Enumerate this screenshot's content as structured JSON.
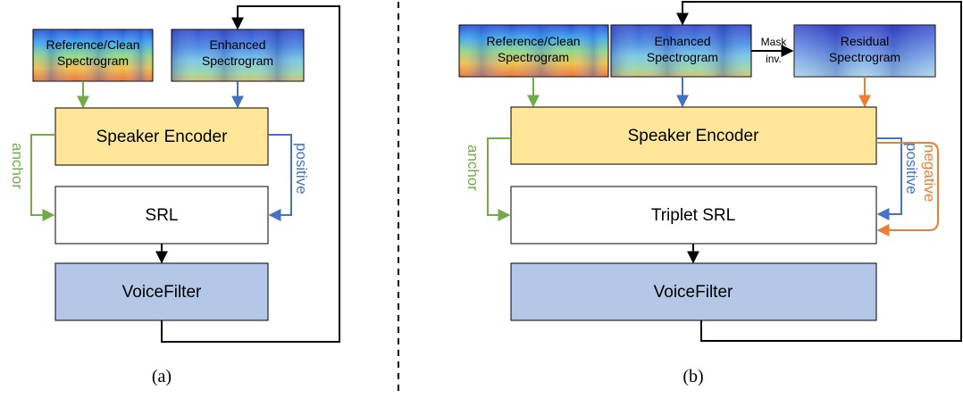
{
  "colors": {
    "green": "#70ad47",
    "blue": "#4472c4",
    "orange": "#ed7d31",
    "encoder_fill": "#ffe699",
    "voicefilter_fill": "#b4c7e7",
    "box_fill": "#ffffff",
    "line": "#000000"
  },
  "panel_a": {
    "reference_label_line1": "Reference/Clean",
    "reference_label_line2": "Spectrogram",
    "enhanced_label_line1": "Enhanced",
    "enhanced_label_line2": "Spectrogram",
    "encoder_label": "Speaker Encoder",
    "srl_label": "SRL",
    "voicefilter_label": "VoiceFilter",
    "anchor_label": "anchor",
    "positive_label": "positive",
    "caption": "(a)"
  },
  "panel_b": {
    "reference_label_line1": "Reference/Clean",
    "reference_label_line2": "Spectrogram",
    "enhanced_label_line1": "Enhanced",
    "enhanced_label_line2": "Spectrogram",
    "residual_label_line1": "Residual",
    "residual_label_line2": "Spectrogram",
    "mask_label_line1": "Mask",
    "mask_label_line2": "inv.",
    "encoder_label": "Speaker Encoder",
    "srl_label": "Triplet SRL",
    "voicefilter_label": "VoiceFilter",
    "anchor_label": "anchor",
    "positive_label": "positive",
    "negative_label": "negative",
    "caption": "(b)"
  }
}
